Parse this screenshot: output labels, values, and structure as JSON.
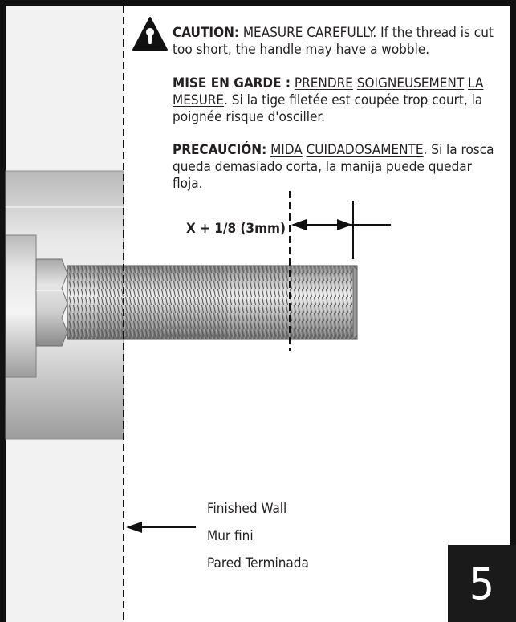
{
  "caution": {
    "en": {
      "label": "CAUTION:",
      "w1": "MEASURE",
      "w2": "CAREFULLY",
      "rest": ". If the thread is cut too short, the handle may have a wobble."
    },
    "fr": {
      "label": "MISE EN GARDE :",
      "w1": "PRENDRE",
      "w2": "SOIGNEUSEMENT",
      "w3": "LA",
      "w4": "MESURE",
      "rest": ". Si la tige filetée est coupée trop court, la poignée risque d'osciller."
    },
    "es": {
      "label": "PRECAUCIÓN:",
      "w1": "MIDA",
      "w2": "CUIDADOSAMENTE",
      "rest": ". Si la rosca queda demasiado corta, la manija puede quedar floja."
    }
  },
  "dimension": {
    "label": "X + 1/8 (3mm)"
  },
  "wall_labels": {
    "en": "Finished Wall",
    "fr": "Mur fini",
    "es": "Pared Terminada"
  },
  "step": {
    "number": "5"
  },
  "icons": {
    "caution": "caution-triangle-icon"
  },
  "colors": {
    "text": "#231f20",
    "frame": "#111111",
    "step_box": "#1a1a1a"
  }
}
